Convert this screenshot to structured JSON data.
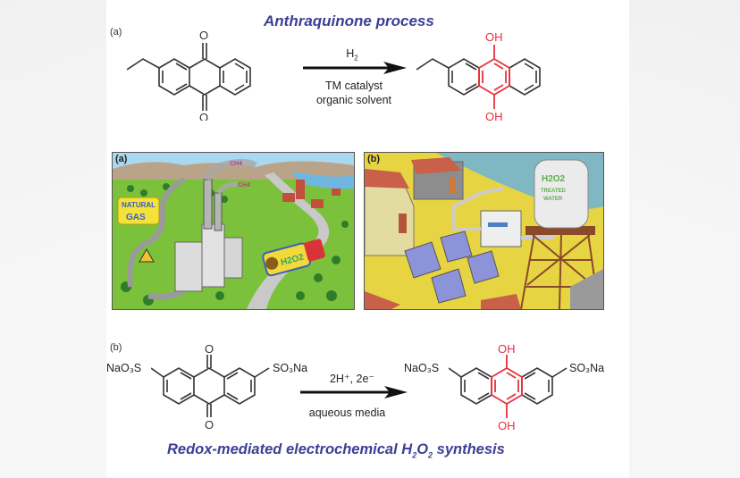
{
  "figure": {
    "panel_a": {
      "label": "(a)",
      "title": "Anthraquinone process",
      "reactant": "2-ethylanthraquinone",
      "product": "2-ethylanthrahydroquinone",
      "reagent": "H",
      "reagent_sub": "2",
      "conditions": [
        "TM catalyst",
        "organic solvent"
      ],
      "atoms": {
        "O_top": "O",
        "O_bottom": "O",
        "OH_top": "OH",
        "OH_bottom": "OH"
      }
    },
    "illustration_a": {
      "label": "(a)",
      "sign_text": [
        "NATURAL",
        "GAS"
      ],
      "smoke_labels": [
        "CH4",
        "CH4"
      ],
      "truck_text": "H2O2"
    },
    "illustration_b": {
      "label": "(b)",
      "tank_text": [
        "H2O2",
        "TREATED",
        "WATER"
      ]
    },
    "panel_b": {
      "label": "(b)",
      "reagent": "2H⁺, 2e⁻",
      "conditions": [
        "aqueous media"
      ],
      "left_substituent": "NaO₃S",
      "right_substituent": "SO₃Na",
      "atoms": {
        "O_top": "O",
        "O_bottom": "O",
        "OH_top": "OH",
        "OH_bottom": "OH"
      },
      "title_parts": [
        "Redox-mediated electrochemical H",
        "2",
        "O",
        "2",
        " synthesis"
      ]
    },
    "colors": {
      "title_blue": "#3c3f94",
      "highlight_red": "#e8303a",
      "bond_gray": "#333333"
    }
  }
}
